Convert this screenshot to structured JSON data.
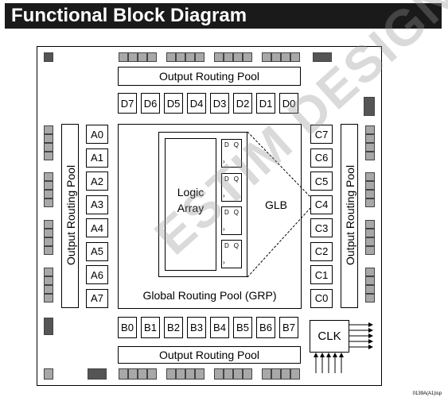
{
  "header": {
    "title": "Functional Block  Diagram"
  },
  "routing": {
    "top_label": "Output Routing Pool",
    "bottom_label": "Output Routing Pool",
    "left_label": "Output Routing Pool",
    "right_label": "Output Routing Pool",
    "global_label": "Global Routing Pool (GRP)"
  },
  "d_pins": [
    "D7",
    "D6",
    "D5",
    "D4",
    "D3",
    "D2",
    "D1",
    "D0"
  ],
  "a_pins": [
    "A0",
    "A1",
    "A2",
    "A3",
    "A4",
    "A5",
    "A6",
    "A7"
  ],
  "c_pins": [
    "C7",
    "C6",
    "C5",
    "C4",
    "C3",
    "C2",
    "C1",
    "C0"
  ],
  "b_pins": [
    "B0",
    "B1",
    "B2",
    "B3",
    "B4",
    "B5",
    "B6",
    "B7"
  ],
  "glb": {
    "label": "GLB",
    "logic_line1": "Logic",
    "logic_line2": "Array",
    "ff_d": "D",
    "ff_q": "Q"
  },
  "clk": {
    "label": "CLK"
  },
  "watermark": "ESTIM DESIGNS",
  "figure_code": "0139A(A1)isp"
}
